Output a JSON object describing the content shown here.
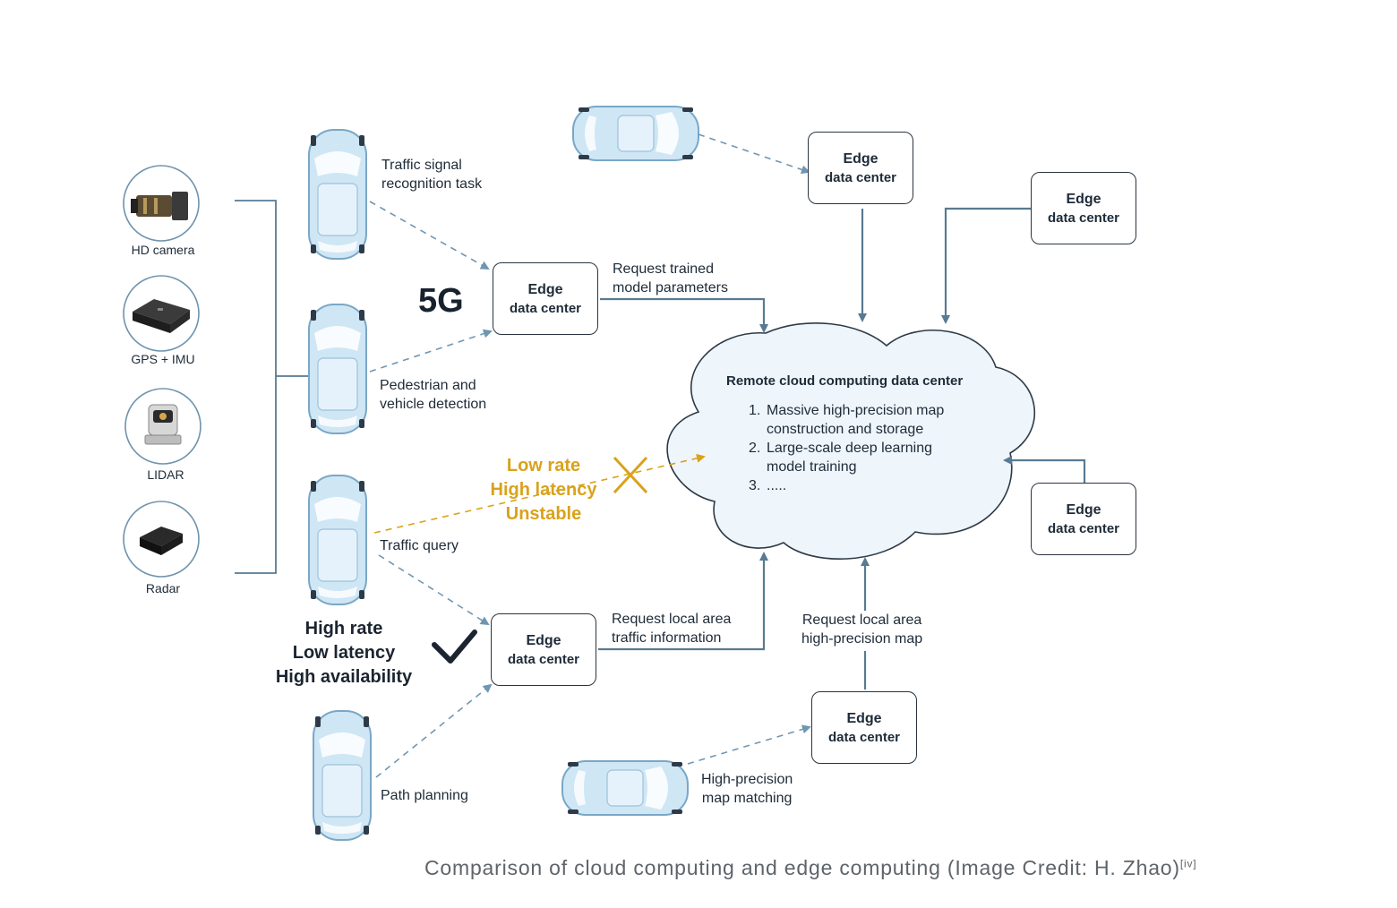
{
  "sensors": [
    {
      "label": "HD camera",
      "icon": "hd-camera-icon"
    },
    {
      "label": "GPS + IMU",
      "icon": "gps-imu-icon"
    },
    {
      "label": "LIDAR",
      "icon": "lidar-icon"
    },
    {
      "label": "Radar",
      "icon": "radar-icon"
    }
  ],
  "tasks": {
    "traffic_signal": "Traffic signal\nrecognition task",
    "pedestrian": "Pedestrian and\nvehicle detection",
    "traffic_query": "Traffic query",
    "path_planning": "Path planning",
    "map_matching": "High-precision\nmap matching"
  },
  "edge_box": {
    "line1": "Edge",
    "line2": "data center"
  },
  "network_label": "5G",
  "requests": {
    "trained_params": "Request trained\nmodel parameters",
    "local_traffic": "Request local area\ntraffic information",
    "local_map": "Request local area\nhigh-precision map"
  },
  "cloud": {
    "title": "Remote cloud computing data center",
    "items": [
      {
        "num": "1.",
        "text": "Massive high-precision map"
      },
      {
        "num": "",
        "text": "construction and storage"
      },
      {
        "num": "2.",
        "text": "Large-scale deep learning"
      },
      {
        "num": "",
        "text": "model training"
      },
      {
        "num": "3.",
        "text": "....."
      }
    ]
  },
  "cloud_path": {
    "lines": [
      "Low rate",
      "High latency",
      "Unstable"
    ],
    "status_icon": "cross-icon"
  },
  "edge_path": {
    "lines": [
      "High rate",
      "Low latency",
      "High availability"
    ],
    "status_icon": "checkmark-icon"
  },
  "caption": {
    "text": "Comparison of cloud computing and edge computing (Image Credit: H. Zhao)",
    "sup": "[iv]"
  },
  "colors": {
    "connector": "#587a92",
    "dashed": "#6f96b3",
    "warning": "#d9a21b",
    "cloud_fill": "#eef5fb",
    "car_fill": "#cfe6f5"
  }
}
